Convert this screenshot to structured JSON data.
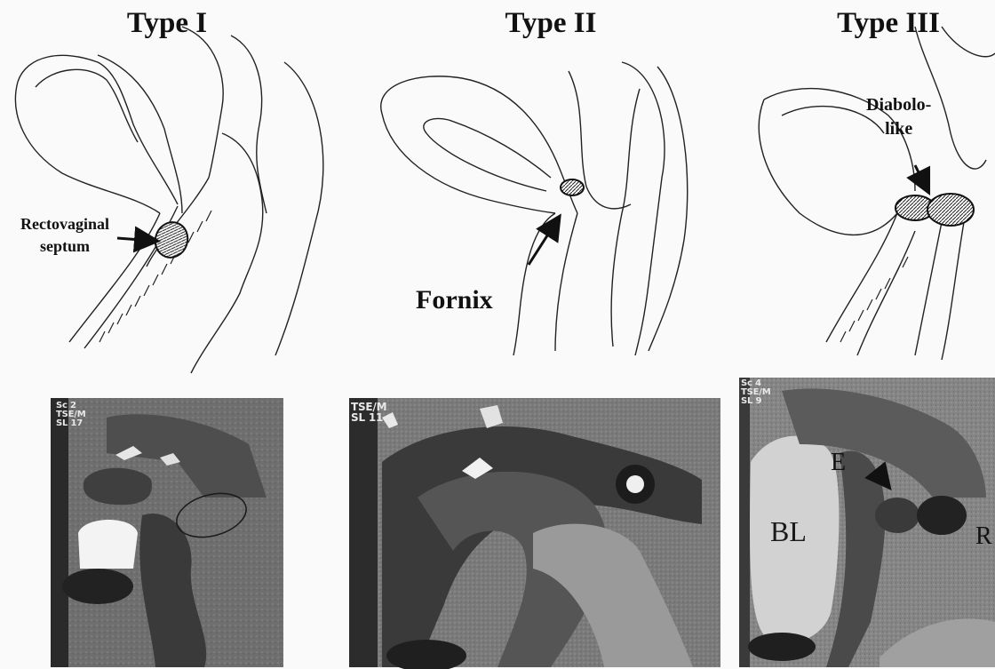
{
  "panels": [
    {
      "title": "Type I",
      "labels": {
        "line1": "Rectovaginal",
        "line2": "septum"
      },
      "mri_header": {
        "line1": "Sc 2",
        "line2": "TSE/M",
        "line3": "SL 17"
      }
    },
    {
      "title": "Type II",
      "labels": {
        "fornix": "Fornix"
      },
      "mri_header": {
        "line1": "TSE/M",
        "line2": "SL 11"
      }
    },
    {
      "title": "Type III",
      "labels": {
        "line1": "Diabolo-",
        "line2": "like"
      },
      "mri_header": {
        "line1": "Sc 4",
        "line2": "TSE/M",
        "line3": "SL 9"
      },
      "mri_labels": {
        "bladder": "BL",
        "endo": "E",
        "rectum": "R"
      }
    }
  ]
}
